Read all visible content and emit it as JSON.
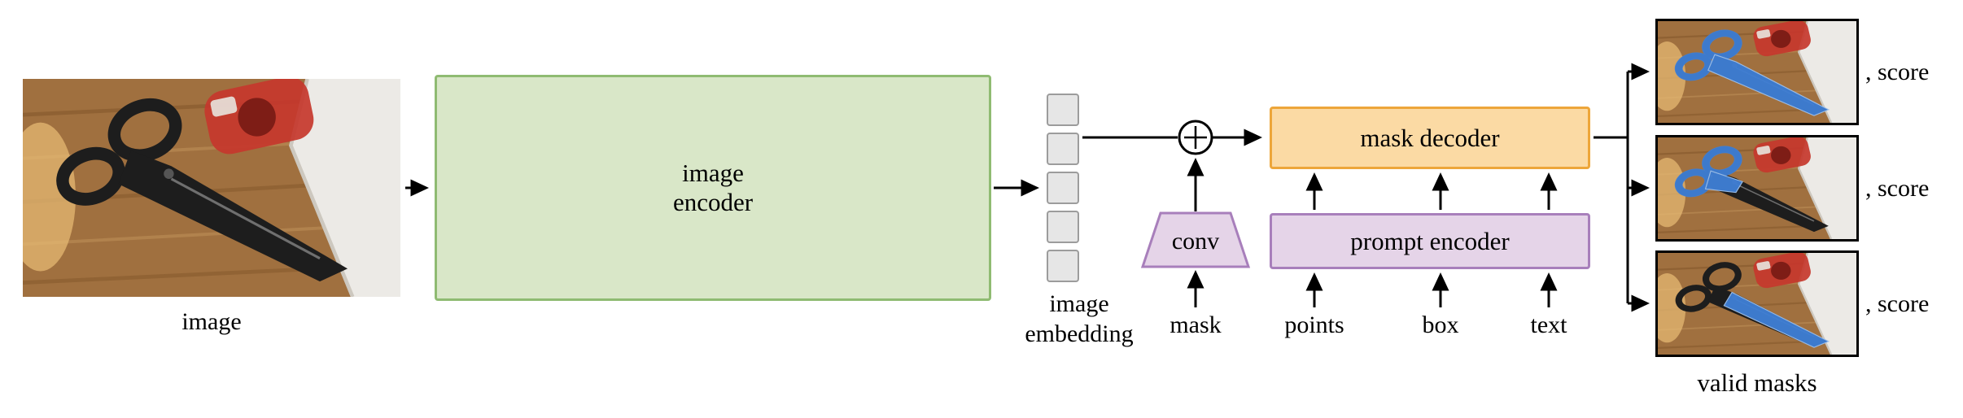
{
  "labels": {
    "input_image": "image",
    "image_encoder": "image encoder",
    "image_embedding": "image embedding",
    "conv": "conv",
    "mask": "mask",
    "prompt_encoder": "prompt encoder",
    "prompt_inputs": [
      "points",
      "box",
      "text"
    ],
    "mask_decoder": "mask decoder",
    "valid_masks": "valid masks"
  },
  "outputs": [
    {
      "highlight": "whole-scissors",
      "score": ", score"
    },
    {
      "highlight": "scissors-handles",
      "score": ", score"
    },
    {
      "highlight": "scissors-blades",
      "score": ", score"
    }
  ],
  "colors": {
    "encoder-fill": "#d9e7c8",
    "encoder-border": "#8fbb72",
    "decoder-fill": "#fbdaa4",
    "decoder-border": "#eda63a",
    "prompt-fill": "#e5d4e8",
    "prompt-border": "#a87fbb",
    "token-fill": "#e6e6e6",
    "token-border": "#9c9c9c",
    "mask-blue": "#3f7fd6",
    "arrow": "#000000"
  }
}
